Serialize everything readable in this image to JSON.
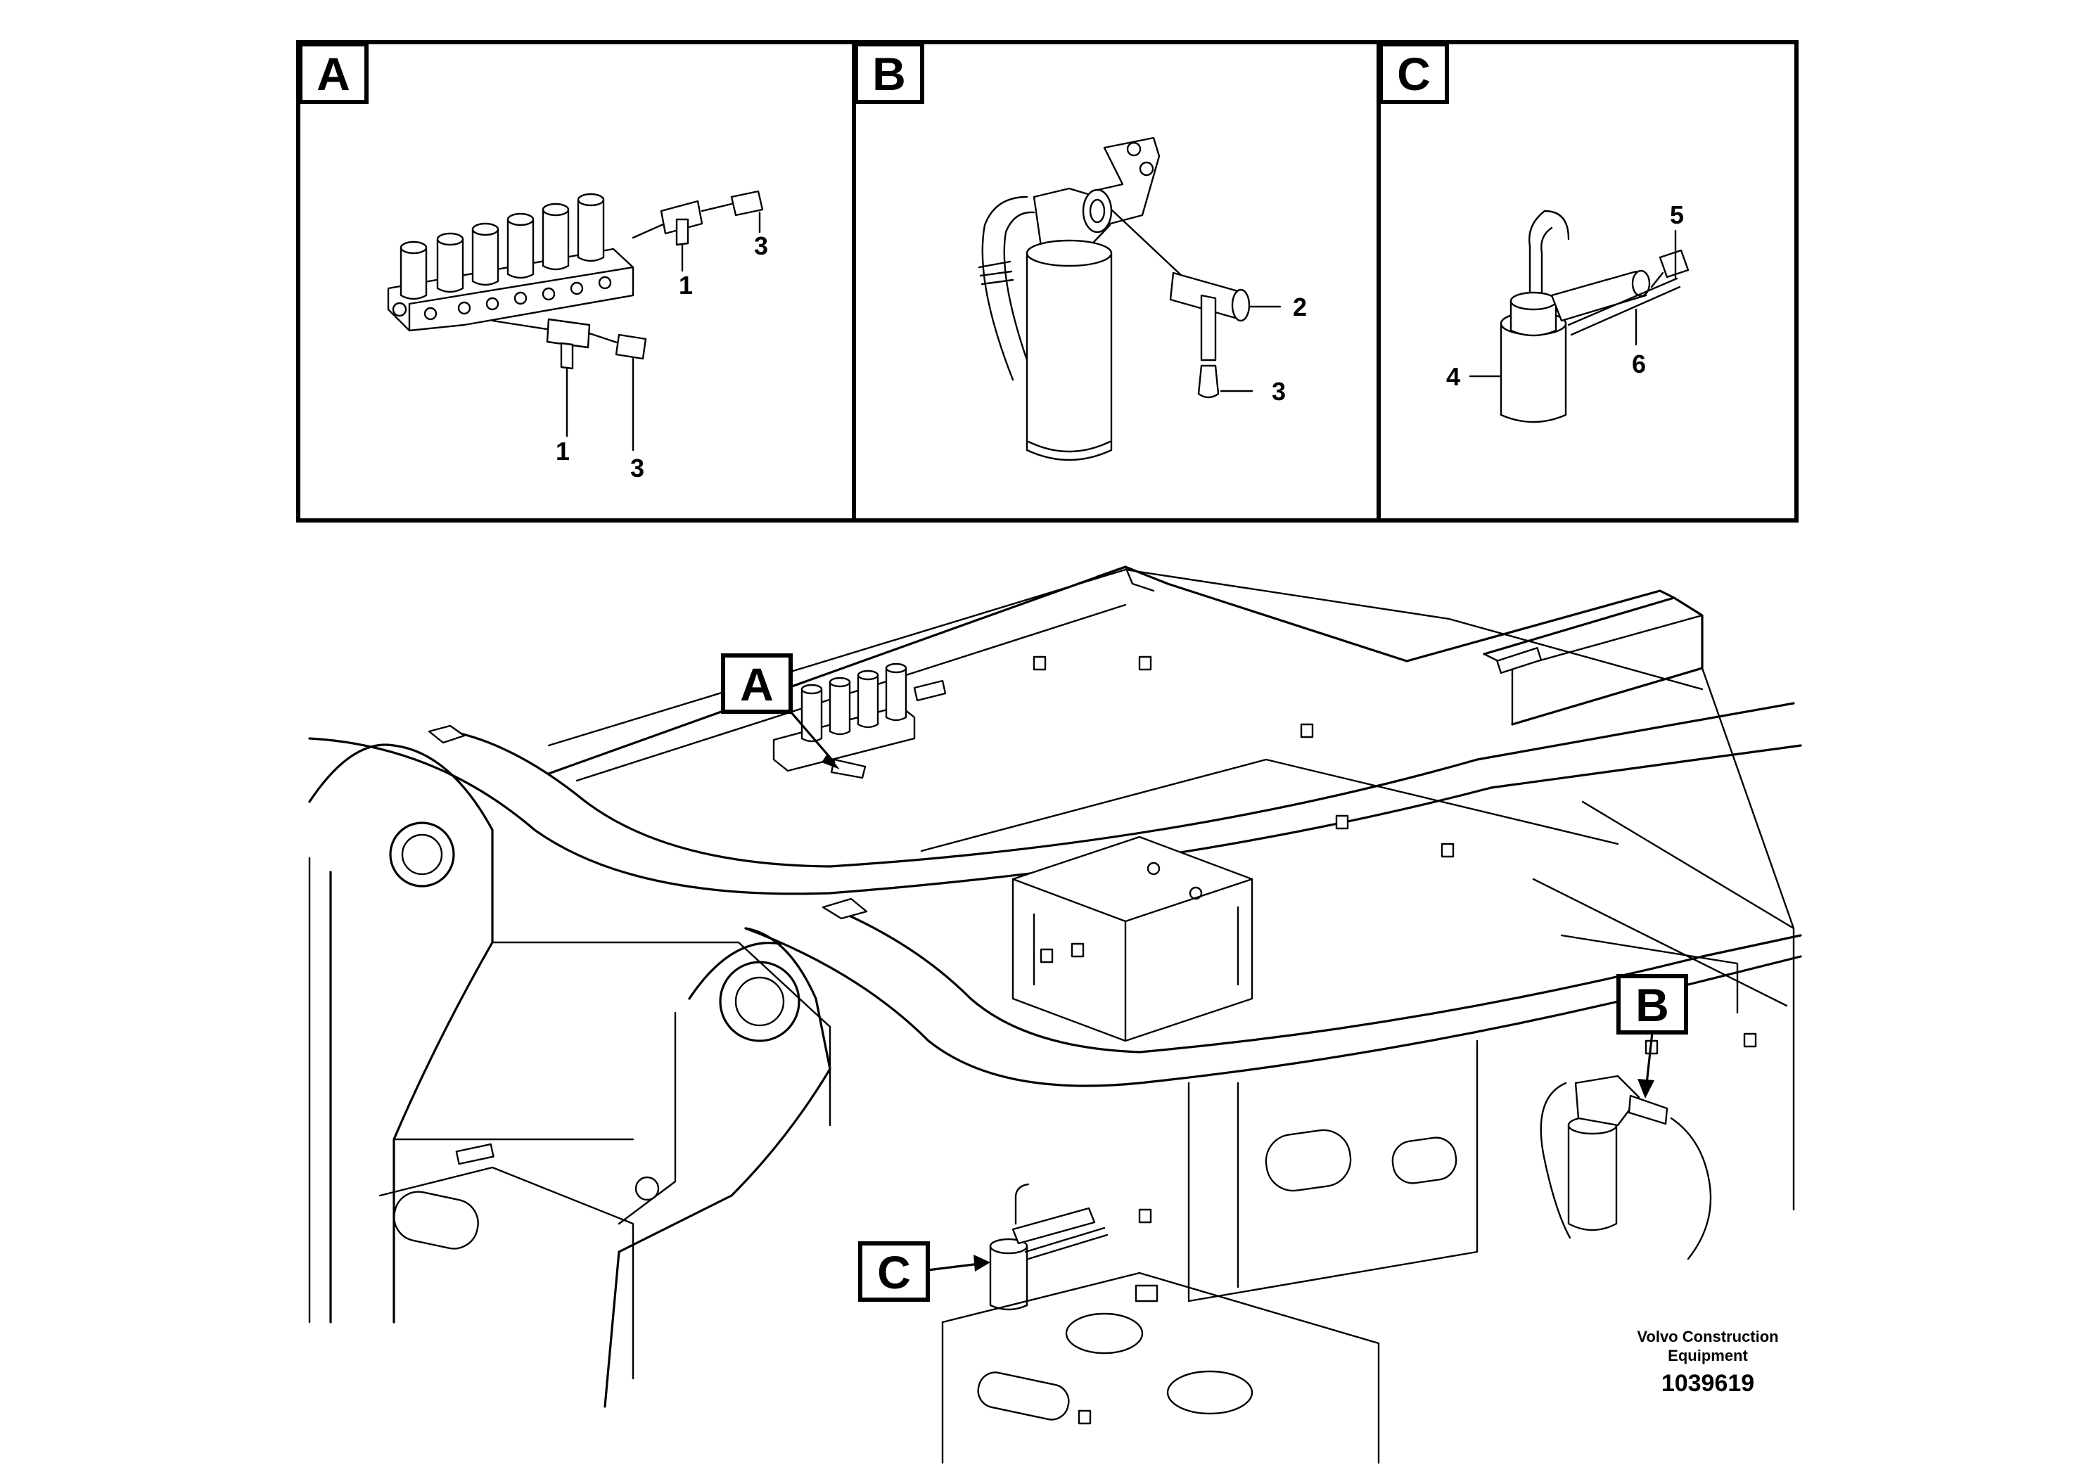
{
  "panels": [
    {
      "id": "A",
      "label": "A",
      "callouts": [
        "1",
        "3",
        "1",
        "3"
      ]
    },
    {
      "id": "B",
      "label": "B",
      "callouts": [
        "2",
        "3"
      ]
    },
    {
      "id": "C",
      "label": "C",
      "callouts": [
        "5",
        "4",
        "6"
      ]
    }
  ],
  "main_tags": {
    "a": "A",
    "b": "B",
    "c": "C"
  },
  "footer": {
    "brand_line1": "Volvo Construction",
    "brand_line2": "Equipment",
    "doc_number": "1039619"
  }
}
